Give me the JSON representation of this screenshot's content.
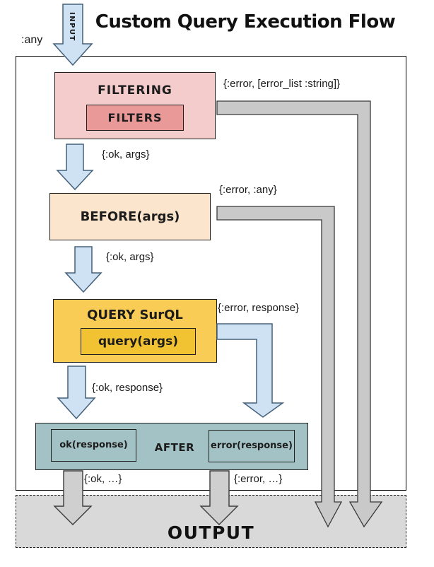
{
  "title": "Custom Query Execution Flow",
  "input": {
    "arrow_label": "INPUT",
    "type_label": ":any"
  },
  "filtering": {
    "label": "FILTERING",
    "inner_label": "FILTERS",
    "error_label": "{:error, [error_list :string]}",
    "ok_label": "{:ok, args}"
  },
  "before": {
    "label": "BEFORE(args)",
    "error_label": "{:error, :any}",
    "ok_label": "{:ok, args}"
  },
  "query": {
    "label": "QUERY SurQL",
    "inner_label": "query(args)",
    "error_label": "{:error, response}",
    "ok_label": "{:ok, response}"
  },
  "after": {
    "label": "AFTER",
    "ok_handler_label": "ok(response)",
    "error_handler_label": "error(response)",
    "ok_output_label": "{:ok, …}",
    "error_output_label": "{:error, …}"
  },
  "output": {
    "label": "OUTPUT"
  },
  "colors": {
    "filtering_box": "#f4cccc",
    "filters_box": "#ea9999",
    "before_box": "#fce5cd",
    "query_box": "#f8cc55",
    "query_inner_box": "#f1c232",
    "after_box": "#a3c2c6",
    "output_zone": "#d9d9d9",
    "ok_arrow_fill": "#cfe2f3",
    "error_pipe_fill": "#c9c9c9"
  }
}
